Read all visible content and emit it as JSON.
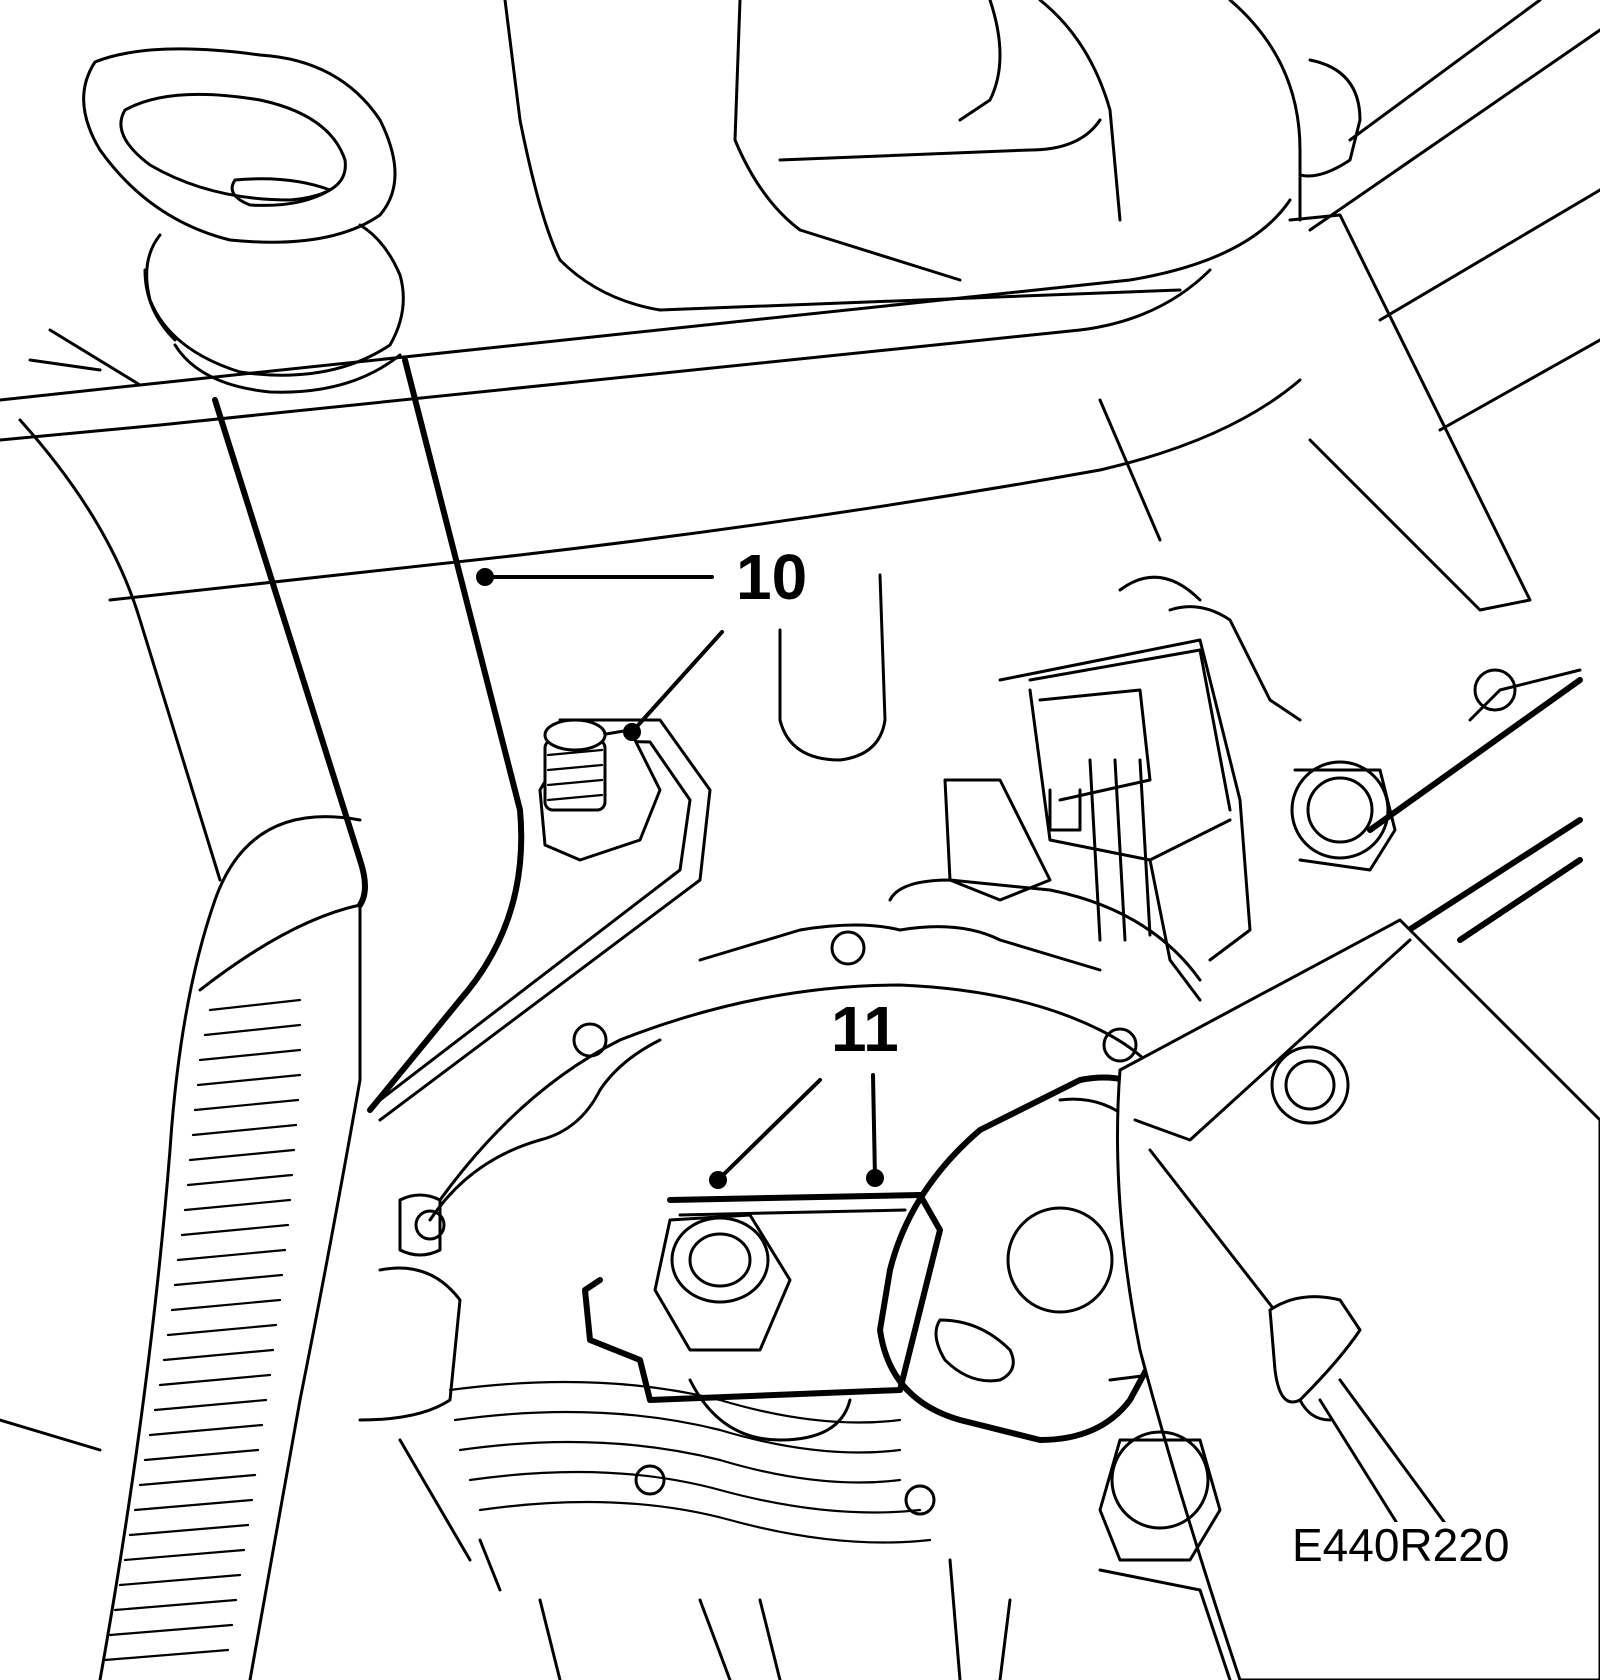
{
  "callouts": {
    "item_10": "10",
    "item_11": "11"
  },
  "figure_code": "E440R220",
  "colors": {
    "line": "#000000",
    "background": "#ffffff"
  }
}
